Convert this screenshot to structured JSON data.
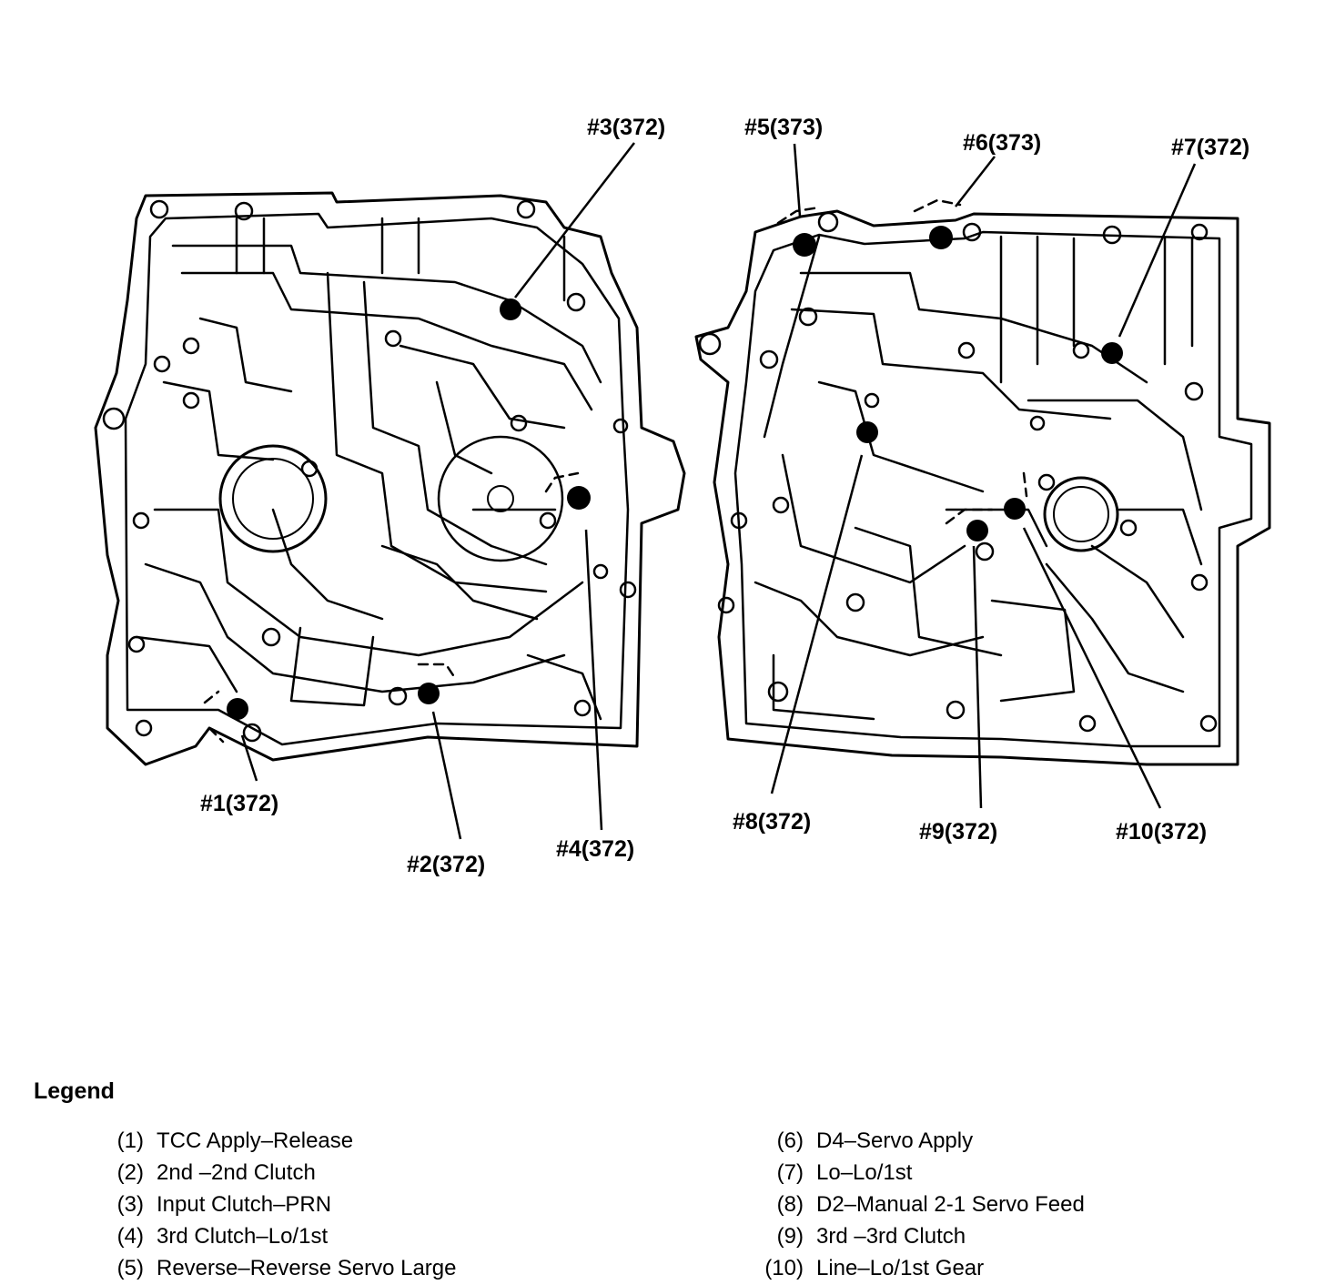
{
  "callouts": [
    {
      "id": "1",
      "label": "#1(372)"
    },
    {
      "id": "2",
      "label": "#2(372)"
    },
    {
      "id": "3",
      "label": "#3(372)"
    },
    {
      "id": "4",
      "label": "#4(372)"
    },
    {
      "id": "5",
      "label": "#5(373)"
    },
    {
      "id": "6",
      "label": "#6(373)"
    },
    {
      "id": "7",
      "label": "#7(372)"
    },
    {
      "id": "8",
      "label": "#8(372)"
    },
    {
      "id": "9",
      "label": "#9(372)"
    },
    {
      "id": "10",
      "label": "#10(372)"
    }
  ],
  "legend": {
    "title": "Legend",
    "items": [
      {
        "num": "(1)",
        "text": "TCC Apply–Release"
      },
      {
        "num": "(2)",
        "text": "2nd –2nd Clutch"
      },
      {
        "num": "(3)",
        "text": "Input Clutch–PRN"
      },
      {
        "num": "(4)",
        "text": "3rd Clutch–Lo/1st"
      },
      {
        "num": "(5)",
        "text": "Reverse–Reverse Servo Large"
      },
      {
        "num": "(6)",
        "text": "D4–Servo Apply"
      },
      {
        "num": "(7)",
        "text": "Lo–Lo/1st"
      },
      {
        "num": "(8)",
        "text": "D2–Manual 2-1 Servo Feed"
      },
      {
        "num": "(9)",
        "text": "3rd –3rd Clutch"
      },
      {
        "num": "(10)",
        "text": "Line–Lo/1st  Gear"
      }
    ]
  },
  "colors": {
    "ink": "#000000",
    "paper": "#ffffff"
  }
}
